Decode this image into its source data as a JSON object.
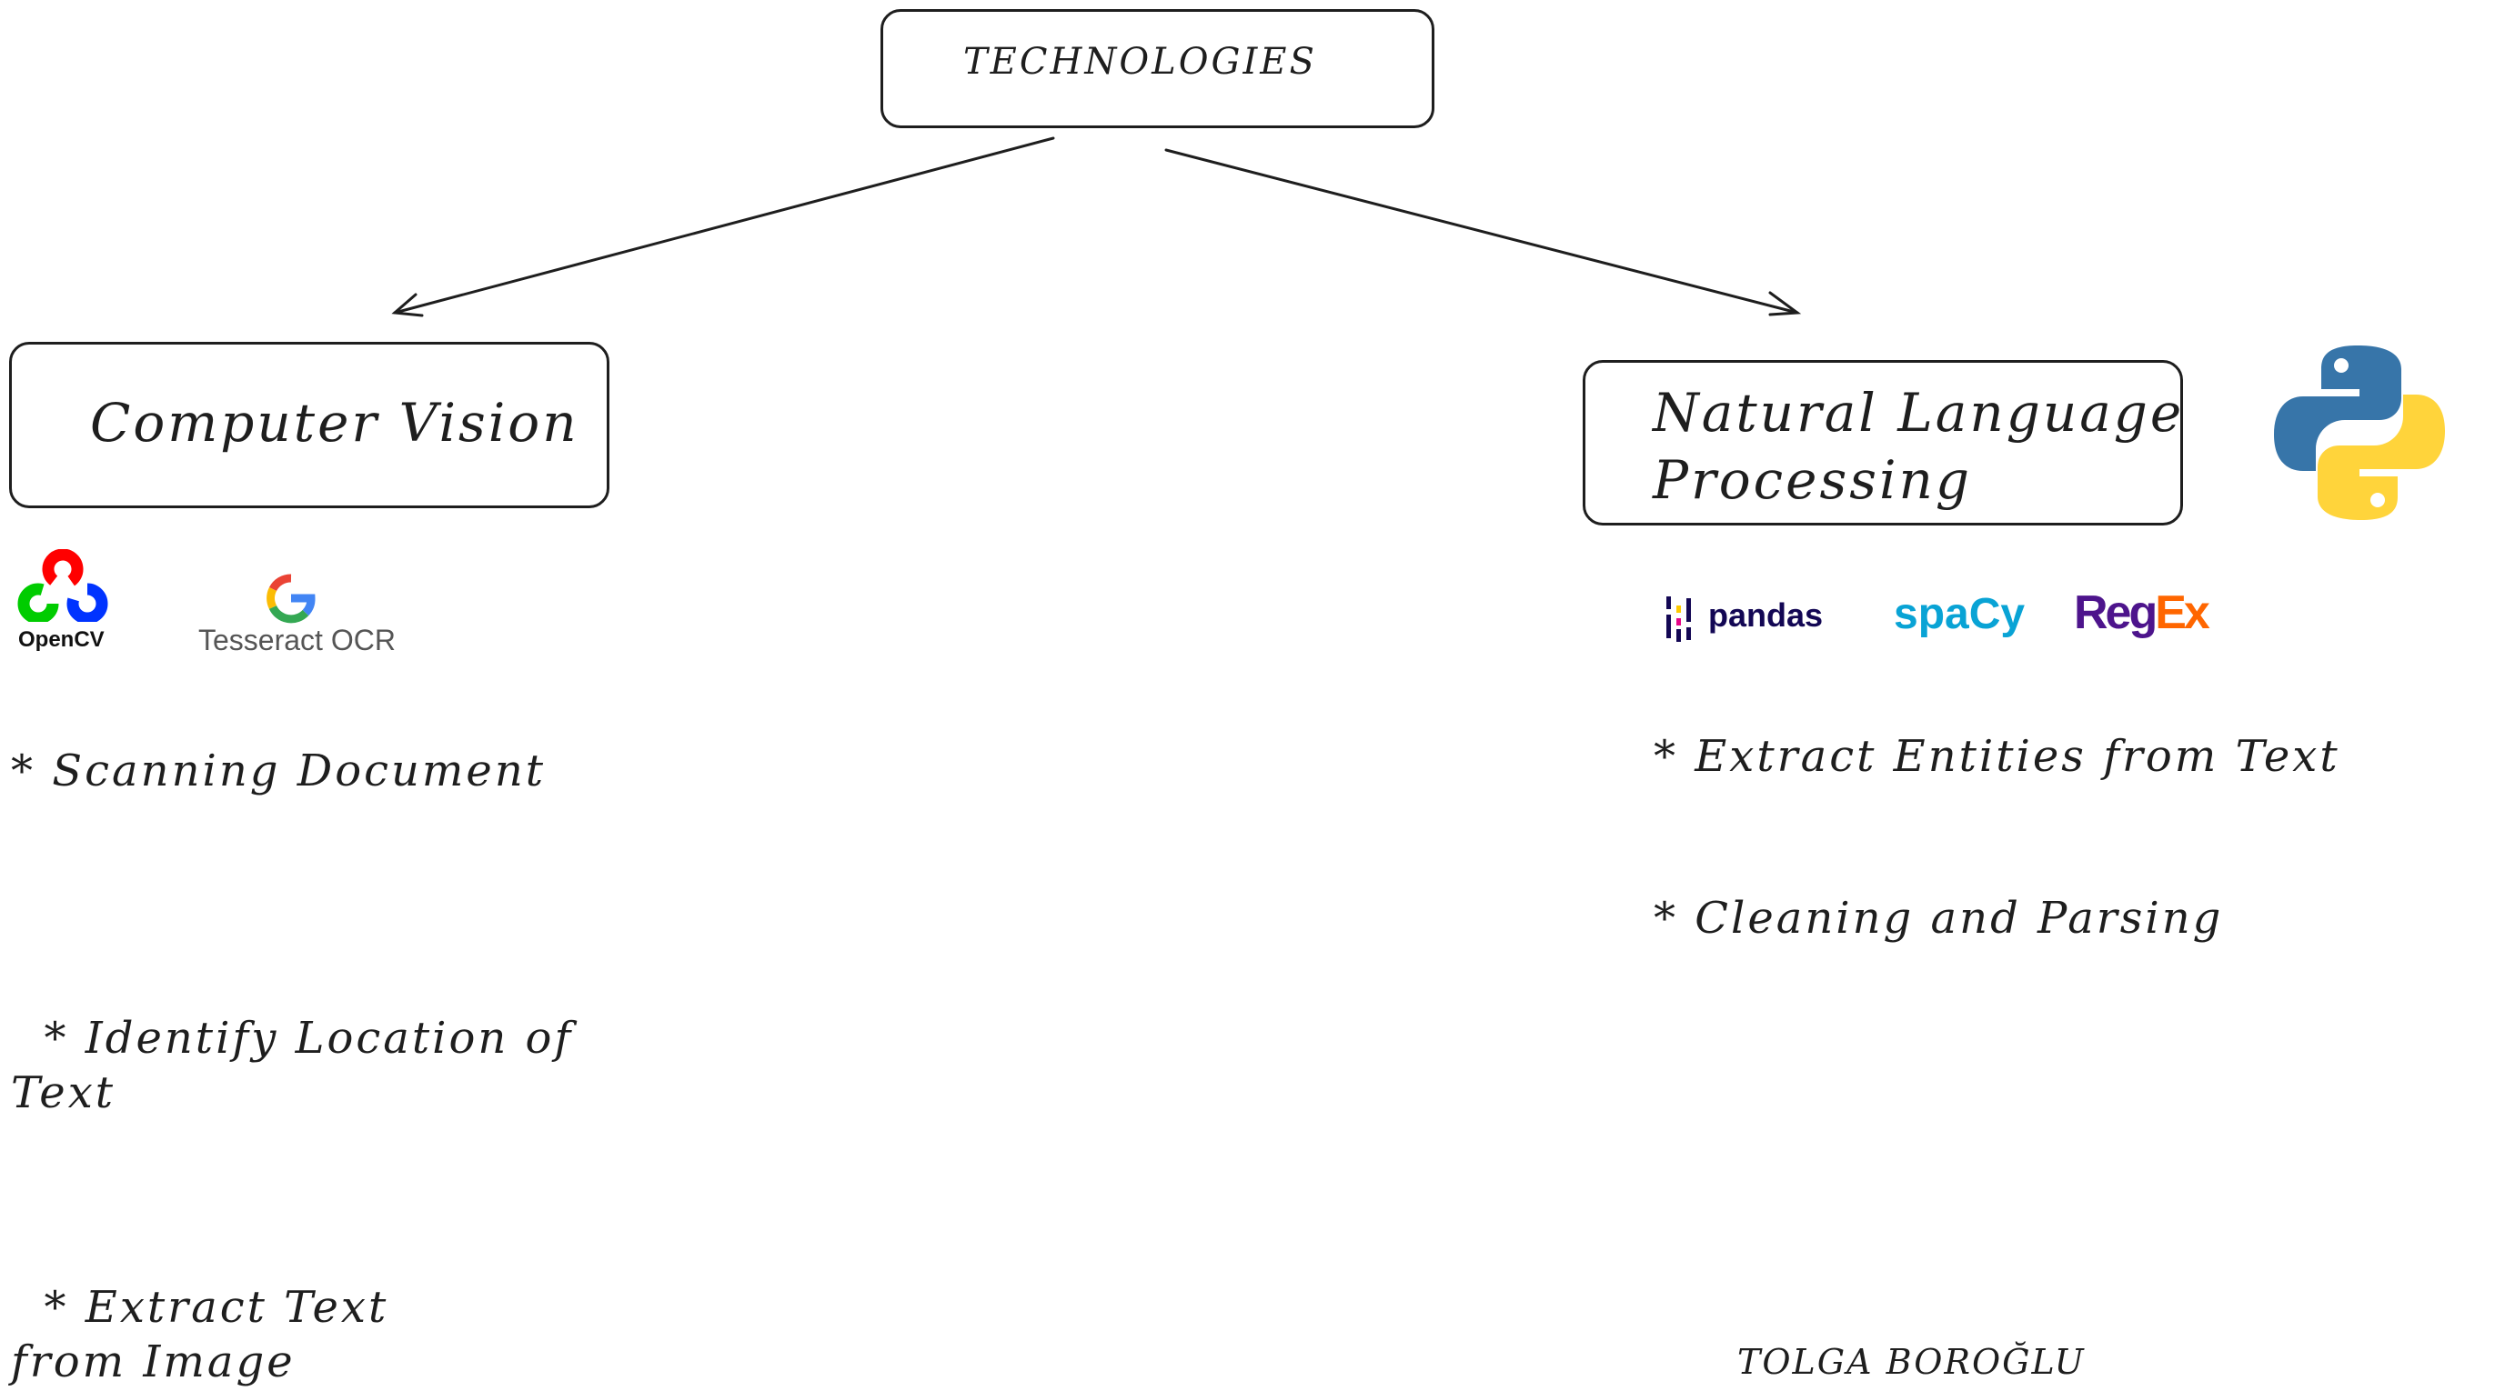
{
  "root": {
    "label": "TECHNOLOGIES"
  },
  "left": {
    "title": "Computer Vision",
    "logos": {
      "opencv": "OpenCV",
      "tesseract": "Tesseract OCR"
    },
    "items": [
      {
        "prefix": "*",
        "text": "Scanning Document"
      },
      {
        "prefix": "*",
        "text": "Identify Location of\nText"
      },
      {
        "prefix": "*",
        "text": "Extract Text\nfrom Image"
      }
    ]
  },
  "right": {
    "title": "Natural Language\nProcessing",
    "logos": {
      "pandas": "pandas",
      "spacy": "spaCy",
      "regex": "RegEx"
    },
    "items": [
      {
        "prefix": "*",
        "text": "Extract Entities from Text"
      },
      {
        "prefix": "*",
        "text": "Cleaning and Parsing"
      }
    ]
  },
  "author": "TOLGA BOROĞLU",
  "colors": {
    "stroke": "#1e1e1e",
    "opencv_red": "#ff0000",
    "opencv_green": "#00cc00",
    "opencv_blue": "#0033ff",
    "pandas_dark": "#130754",
    "pandas_yellow": "#ffca00",
    "pandas_pink": "#e70488",
    "spacy_blue": "#09a3d5",
    "regex_purple": "#4d148c",
    "regex_orange": "#ff6600",
    "python_blue": "#3775a9",
    "python_yellow": "#ffd43b"
  }
}
